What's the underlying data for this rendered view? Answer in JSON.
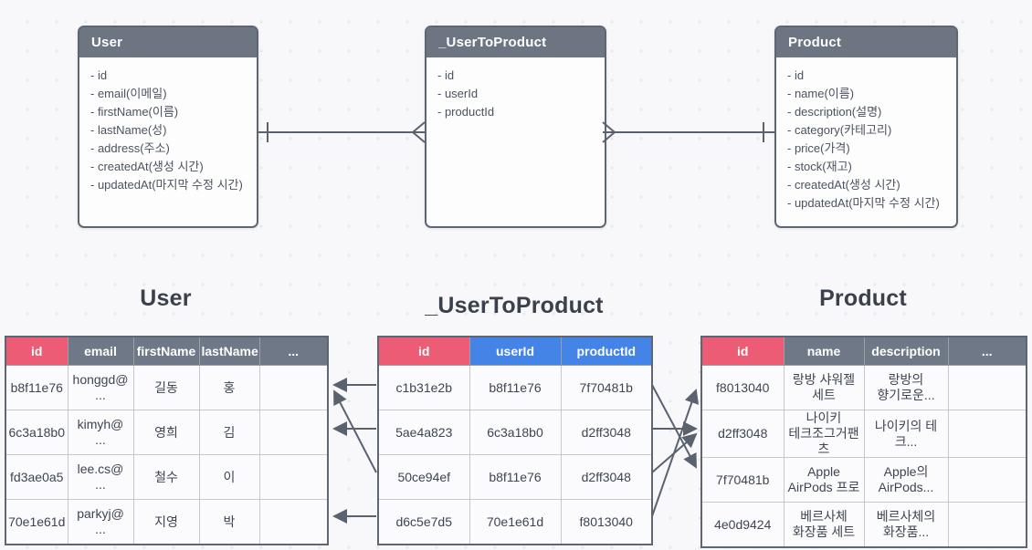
{
  "colors": {
    "background": "#f8f8fa",
    "dot_grid": "#e6e7eb",
    "entity_header": "#6d7482",
    "table_header_gray": "#6f7887",
    "table_header_red": "#ec5c74",
    "table_header_blue": "#4384e6",
    "connector_line": "#5a6270",
    "text_dark": "#3a404c"
  },
  "erd": {
    "entities": [
      {
        "title": "User",
        "fields": [
          "- id",
          "- email(이메일)",
          "- firstName(이름)",
          "- lastName(성)",
          "- address(주소)",
          "- createdAt(생성 시간)",
          "- updatedAt(마지막 수정 시간)"
        ]
      },
      {
        "title": "_UserToProduct",
        "fields": [
          "- id",
          "- userId",
          "- productId"
        ]
      },
      {
        "title": "Product",
        "fields": [
          "- id",
          "- name(이름)",
          "- description(설명)",
          "- category(카테고리)",
          "- price(가격)",
          "- stock(재고)",
          "- createdAt(생성 시간)",
          "- updatedAt(마지막 수정 시간)"
        ]
      }
    ],
    "relationships": [
      {
        "from": "User",
        "to": "_UserToProduct",
        "from_cardinality": "one",
        "to_cardinality": "many"
      },
      {
        "from": "Product",
        "to": "_UserToProduct",
        "from_cardinality": "one",
        "to_cardinality": "many"
      }
    ]
  },
  "tables": {
    "user": {
      "title": "User",
      "headers": [
        "id",
        "email",
        "firstName",
        "lastName",
        "..."
      ],
      "rows": [
        [
          "b8f11e76",
          "honggd@\n...",
          "길동",
          "홍",
          ""
        ],
        [
          "6c3a18b0",
          "kimyh@\n...",
          "영희",
          "김",
          ""
        ],
        [
          "fd3ae0a5",
          "lee.cs@\n...",
          "철수",
          "이",
          ""
        ],
        [
          "70e1e61d",
          "parkyj@\n...",
          "지영",
          "박",
          ""
        ]
      ]
    },
    "join": {
      "title": "_UserToProduct",
      "headers": [
        "id",
        "userId",
        "productId"
      ],
      "rows": [
        [
          "c1b31e2b",
          "b8f11e76",
          "7f70481b"
        ],
        [
          "5ae4a823",
          "6c3a18b0",
          "d2ff3048"
        ],
        [
          "50ce94ef",
          "b8f11e76",
          "d2ff3048"
        ],
        [
          "d6c5e7d5",
          "70e1e61d",
          "f8013040"
        ]
      ]
    },
    "product": {
      "title": "Product",
      "headers": [
        "id",
        "name",
        "description",
        "..."
      ],
      "rows": [
        [
          "f8013040",
          "랑방 샤워젤\n세트",
          "랑방의\n향기로운...",
          ""
        ],
        [
          "d2ff3048",
          "나이키\n테크조그거팬츠",
          "나이키의 테크...",
          ""
        ],
        [
          "7f70481b",
          "Apple\nAirPods 프로",
          "Apple의\nAirPods...",
          ""
        ],
        [
          "4e0d9424",
          "베르사체\n화장품 세트",
          "베르사체의\n화장품...",
          ""
        ]
      ]
    }
  },
  "row_links": {
    "join_to_user": [
      [
        "c1b31e2b",
        "b8f11e76"
      ],
      [
        "5ae4a823",
        "6c3a18b0"
      ],
      [
        "50ce94ef",
        "b8f11e76"
      ],
      [
        "d6c5e7d5",
        "70e1e61d"
      ]
    ],
    "join_to_product": [
      [
        "c1b31e2b",
        "7f70481b"
      ],
      [
        "5ae4a823",
        "d2ff3048"
      ],
      [
        "50ce94ef",
        "d2ff3048"
      ],
      [
        "d6c5e7d5",
        "f8013040"
      ]
    ]
  }
}
